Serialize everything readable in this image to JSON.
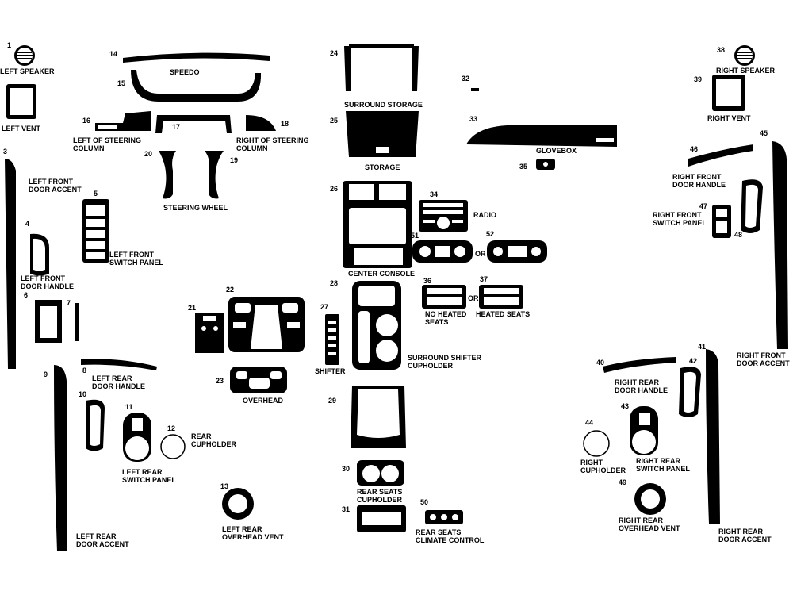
{
  "colors": {
    "part_fill": "#000000",
    "cutout": "#ffffff",
    "background": "#ffffff"
  },
  "labels": {
    "left_speaker": "LEFT SPEAKER",
    "left_vent": "LEFT VENT",
    "speedo": "SPEEDO",
    "left_of_steering_column": "LEFT OF STEERING\nCOLUMN",
    "right_of_steering_column": "RIGHT OF STEERING\nCOLUMN",
    "steering_wheel": "STEERING WHEEL",
    "left_front_door_accent": "LEFT FRONT\nDOOR ACCENT",
    "left_front_switch_panel": "LEFT FRONT\nSWITCH PANEL",
    "left_front_door_handle": "LEFT FRONT\nDOOR HANDLE",
    "left_rear_door_handle": "LEFT REAR\nDOOR HANDLE",
    "left_rear_switch_panel": "LEFT REAR\nSWITCH PANEL",
    "rear_cupholder": "REAR\nCUPHOLDER",
    "left_rear_door_accent": "LEFT REAR\nDOOR ACCENT",
    "left_rear_overhead_vent": "LEFT REAR\nOVERHEAD VENT",
    "overhead": "OVERHEAD",
    "shifter": "SHIFTER",
    "surround_storage": "SURROUND STORAGE",
    "storage": "STORAGE",
    "center_console": "CENTER CONSOLE",
    "surround_shifter_cupholder": "SURROUND SHIFTER\nCUPHOLDER",
    "rear_seats_cupholder": "REAR SEATS\nCUPHOLDER",
    "rear_seats_climate_control": "REAR SEATS\nCLIMATE CONTROL",
    "radio": "RADIO",
    "or_1": "OR",
    "or_2": "OR",
    "no_heated_seats": "NO HEATED\nSEATS",
    "heated_seats": "HEATED SEATS",
    "glovebox": "GLOVEBOX",
    "right_speaker": "RIGHT SPEAKER",
    "right_vent": "RIGHT VENT",
    "right_front_door_handle": "RIGHT FRONT\nDOOR HANDLE",
    "right_front_switch_panel": "RIGHT FRONT\nSWITCH PANEL",
    "right_front_door_accent": "RIGHT FRONT\nDOOR ACCENT",
    "right_rear_door_handle": "RIGHT REAR\nDOOR HANDLE",
    "right_rear_switch_panel": "RIGHT REAR\nSWITCH PANEL",
    "right_cupholder": "RIGHT\nCUPHOLDER",
    "right_rear_overhead_vent": "RIGHT REAR\nOVERHEAD VENT",
    "right_rear_door_accent": "RIGHT REAR\nDOOR ACCENT"
  },
  "numbers": {
    "n1": "1",
    "n3": "3",
    "n4": "4",
    "n5": "5",
    "n6": "6",
    "n7": "7",
    "n8": "8",
    "n9": "9",
    "n10": "10",
    "n11": "11",
    "n12": "12",
    "n13": "13",
    "n14": "14",
    "n15": "15",
    "n16": "16",
    "n17": "17",
    "n18": "18",
    "n19": "19",
    "n20": "20",
    "n21": "21",
    "n22": "22",
    "n23": "23",
    "n24": "24",
    "n25": "25",
    "n26": "26",
    "n27": "27",
    "n28": "28",
    "n29": "29",
    "n30": "30",
    "n31": "31",
    "n32": "32",
    "n33": "33",
    "n34": "34",
    "n35": "35",
    "n36": "36",
    "n37": "37",
    "n38": "38",
    "n39": "39",
    "n40": "40",
    "n41": "41",
    "n42": "42",
    "n43": "43",
    "n44": "44",
    "n45": "45",
    "n46": "46",
    "n47": "47",
    "n48": "48",
    "n49": "49",
    "n50": "50",
    "n51": "51",
    "n52": "52"
  }
}
